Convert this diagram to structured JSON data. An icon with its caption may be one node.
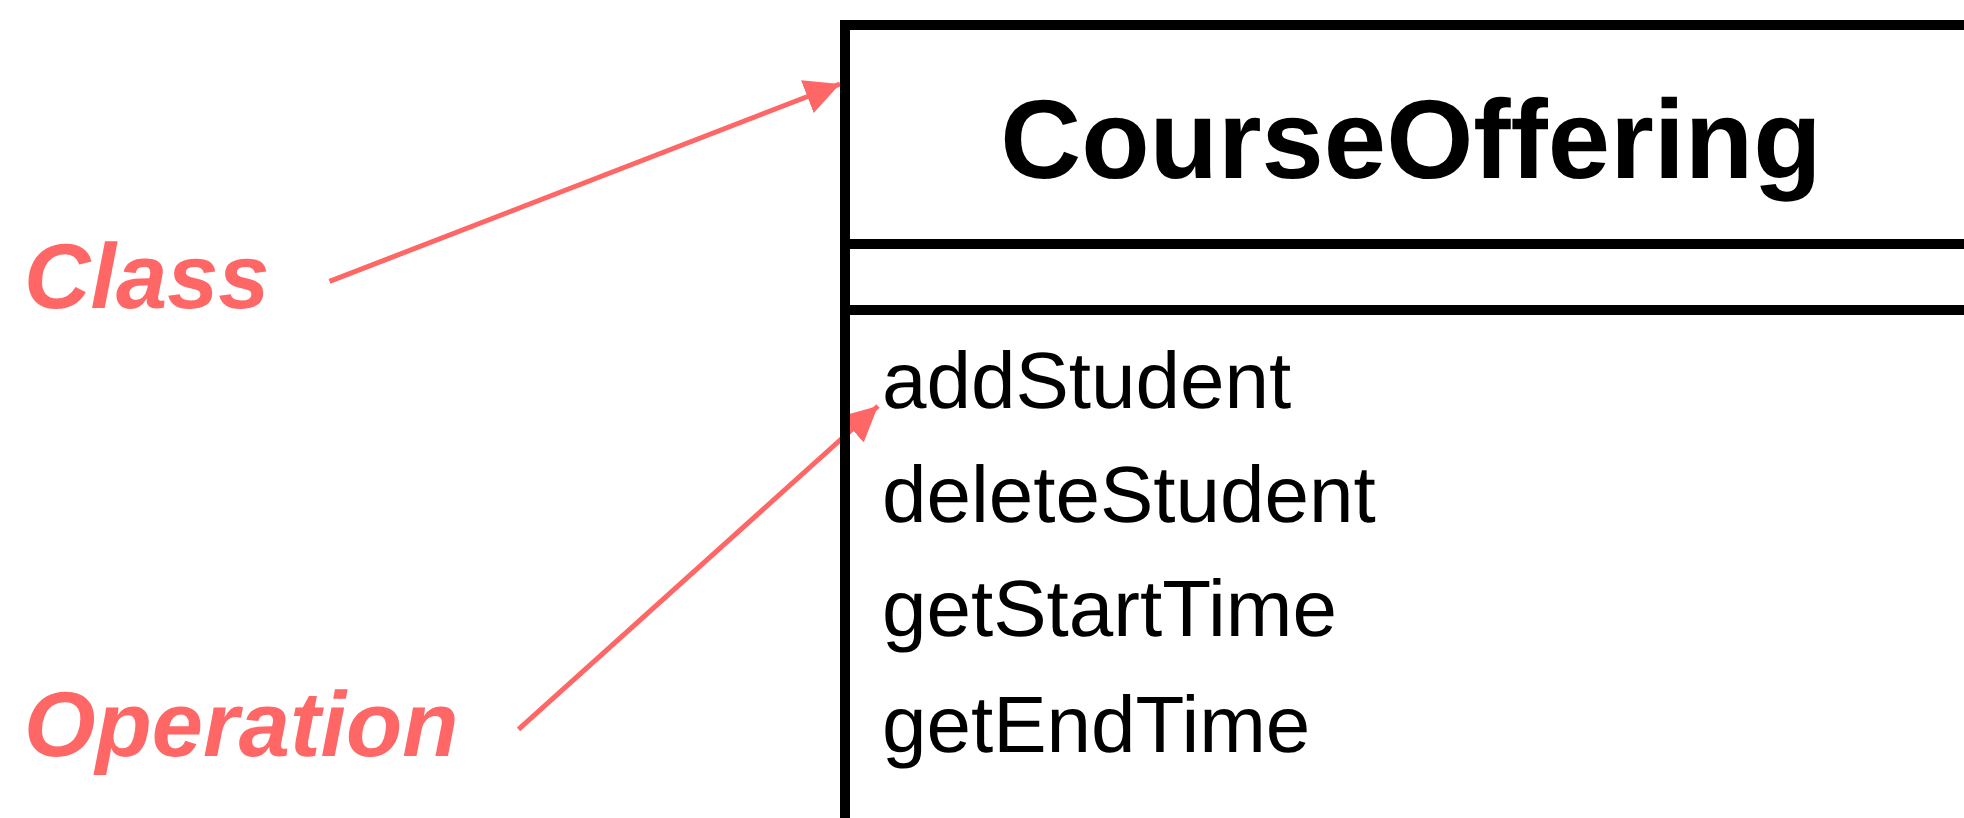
{
  "diagram": {
    "nodes": [
      {
        "text": [
          "CourseOffering"
        ]
      },
      {
        "text": [
          "addStudent"
        ],
        "in": 0
      },
      {
        "text": [
          "deleteStudent"
        ],
        "in": 0
      },
      {
        "text": [
          "getStartTime"
        ],
        "in": 0
      },
      {
        "text": [
          "getEndTime"
        ],
        "in": 0
      },
      {
        "text": [
          "Class"
        ]
      },
      {
        "text": [
          "Operation"
        ]
      }
    ],
    "edges": [
      {
        "from": 5,
        "to": 0,
        "arrow": "to"
      },
      {
        "from": 6,
        "to": 1,
        "arrow": "to"
      }
    ]
  }
}
